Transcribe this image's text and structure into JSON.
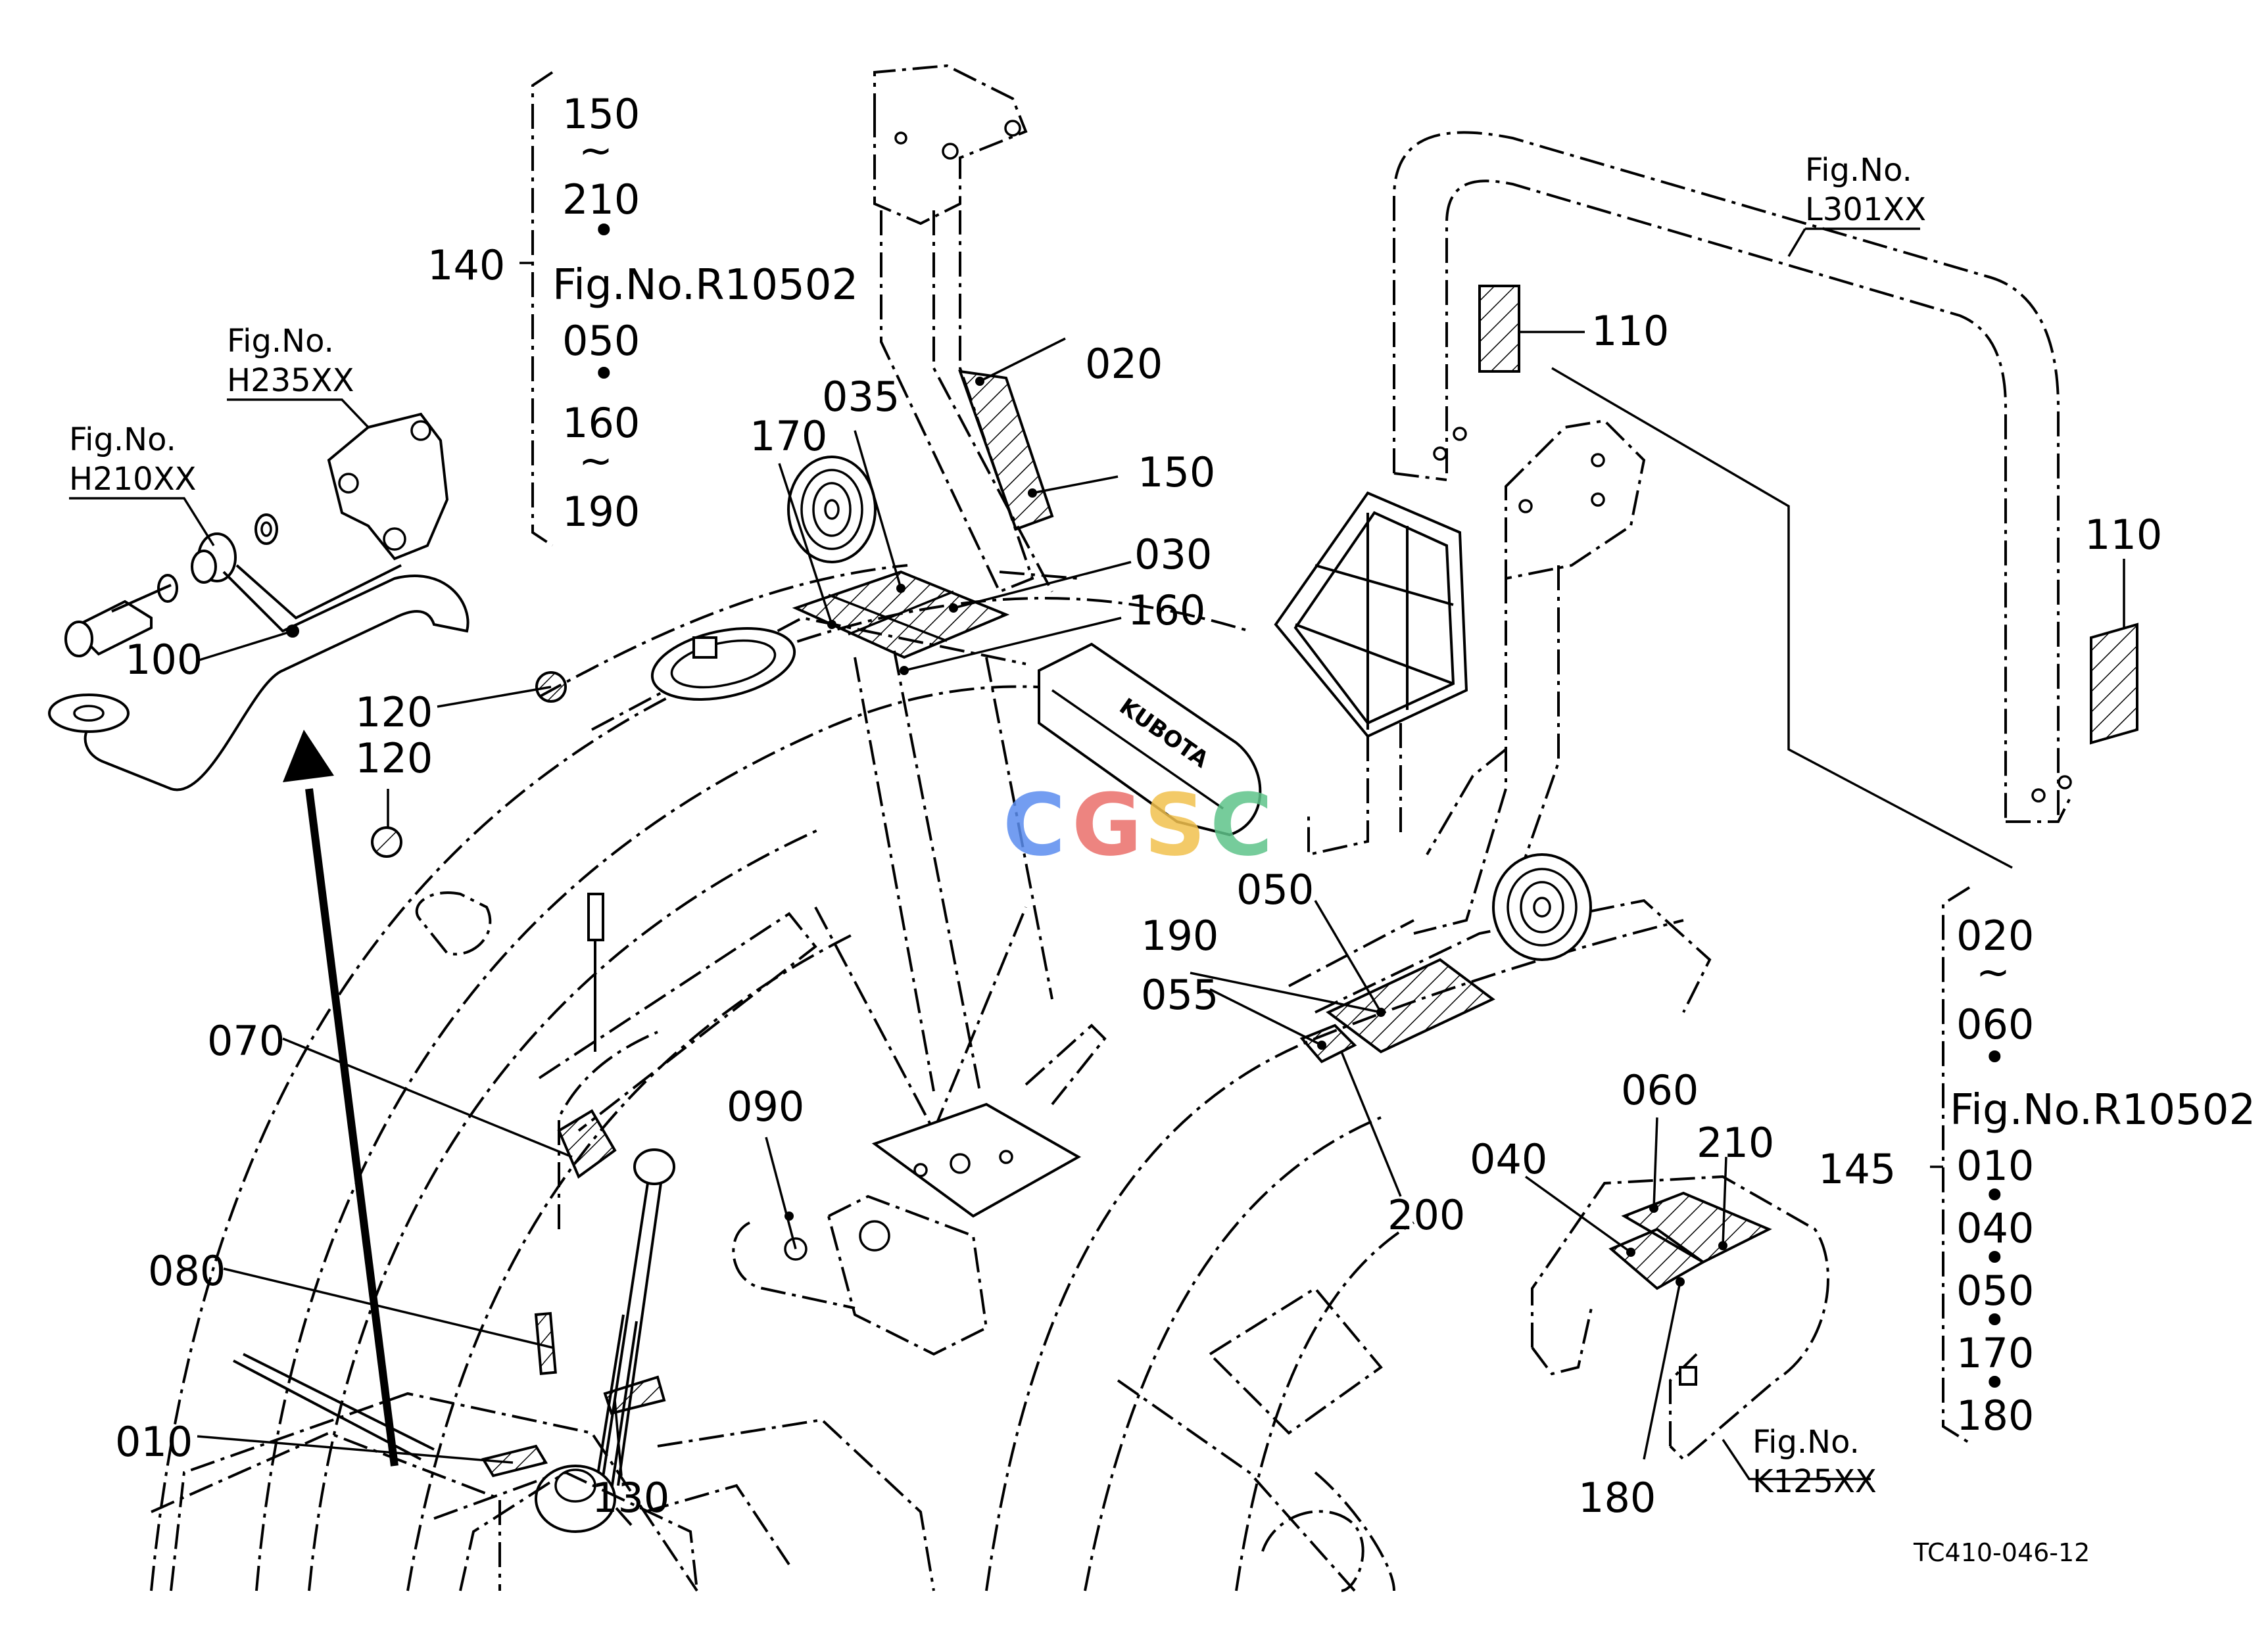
{
  "watermark": "CGSC",
  "drawing_code": "TC410-046-12",
  "fig_refs": {
    "l301": [
      "Fig.No.",
      "L301XX"
    ],
    "h235": [
      "Fig.No.",
      "H235XX"
    ],
    "h210": [
      "Fig.No.",
      "H210XX"
    ],
    "k125": [
      "Fig.No.",
      "K125XX"
    ]
  },
  "group_140": {
    "ref": "140",
    "lines": [
      "150",
      "~",
      "210",
      "•",
      "Fig.No.R10502",
      "050",
      "•",
      "160",
      "~",
      "190"
    ]
  },
  "group_145": {
    "ref": "145",
    "lines": [
      "020",
      "~",
      "060",
      "•",
      "Fig.No.R10502",
      "010",
      "•",
      "040",
      "•",
      "050",
      "•",
      "170",
      "•",
      "180"
    ]
  },
  "callouts": {
    "c020": "020",
    "c035": "035",
    "c170": "170",
    "c150": "150",
    "c030": "030",
    "c160": "160",
    "c110a": "110",
    "c110b": "110",
    "c100": "100",
    "c120a": "120",
    "c120b": "120",
    "c050": "050",
    "c190": "190",
    "c055": "055",
    "c070": "070",
    "c090": "090",
    "c200": "200",
    "c060": "060",
    "c210": "210",
    "c040": "040",
    "c080": "080",
    "c010": "010",
    "c130": "130",
    "c180": "180"
  },
  "colors": {
    "watermark_c1": "#5b8def",
    "watermark_g": "#ea6f6a",
    "watermark_s": "#f2c14e",
    "watermark_c2": "#5fc48a"
  }
}
